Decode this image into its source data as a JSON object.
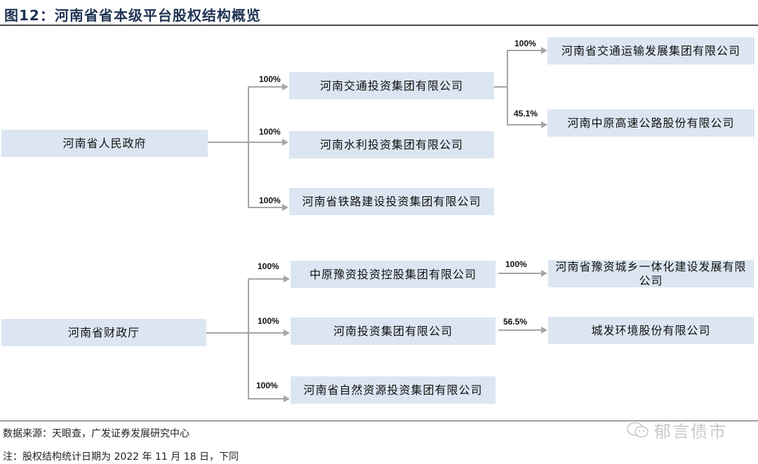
{
  "header": {
    "title": "图12：河南省省本级平台股权结构概览"
  },
  "groups": [
    {
      "root": "河南省人民政府",
      "children": [
        {
          "name": "河南交通投资集团有限公司",
          "pct": "100%",
          "children": [
            {
              "name": "河南省交通运输发展集团有限公司",
              "pct": "100%"
            },
            {
              "name": "河南中原高速公路股份有限公司",
              "pct": "45.1%"
            }
          ]
        },
        {
          "name": "河南水利投资集团有限公司",
          "pct": "100%"
        },
        {
          "name": "河南省铁路建设投资集团有限公司",
          "pct": "100%"
        }
      ]
    },
    {
      "root": "河南省财政厅",
      "children": [
        {
          "name": "中原豫资投资控股集团有限公司",
          "pct": "100%",
          "children": [
            {
              "name": "河南省豫资城乡一体化建设发展有限公司",
              "pct": "100%"
            }
          ]
        },
        {
          "name": "河南投资集团有限公司",
          "pct": "100%",
          "children": [
            {
              "name": "城发环境股份有限公司",
              "pct": "56.5%"
            }
          ]
        },
        {
          "name": "河南省自然资源投资集团有限公司",
          "pct": "100%"
        }
      ]
    }
  ],
  "footer": {
    "source": "数据来源：天眼查，广发证券发展研究中心",
    "note": "注：股权结构统计日期为 2022 年 11 月 18 日，下同",
    "watermark": "郁言债市"
  },
  "colors": {
    "box_fill": "#dce6f2",
    "connector": "#a6a6a6",
    "title": "#1f3353"
  }
}
